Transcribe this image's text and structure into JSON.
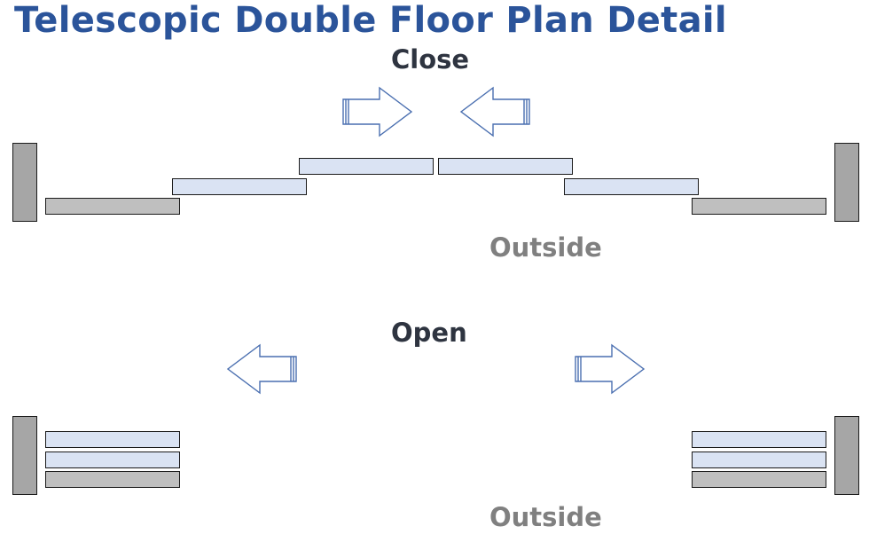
{
  "title": "Telescopic Double Floor Plan Detail",
  "close_section": {
    "label": "Close",
    "side_label": "Outside",
    "arrows": [
      {
        "direction": "right",
        "icon": "arrow-right-icon"
      },
      {
        "direction": "left",
        "icon": "arrow-left-icon"
      }
    ]
  },
  "open_section": {
    "label": "Open",
    "side_label": "Outside",
    "arrows": [
      {
        "direction": "left",
        "icon": "arrow-left-icon"
      },
      {
        "direction": "right",
        "icon": "arrow-right-icon"
      }
    ]
  },
  "colors": {
    "title": "#2B549A",
    "state_label": "#2E3440",
    "side_label": "#808080",
    "post": "#A6A6A6",
    "fixed_panel": "#BFBFBF",
    "moving_leaf": "#DAE3F3",
    "arrow_stroke": "#4A6FB0"
  }
}
